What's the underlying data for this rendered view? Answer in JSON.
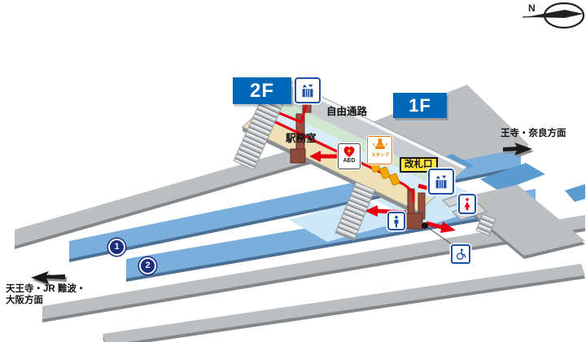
{
  "station_map": {
    "compass_label": "N",
    "floor_labels": {
      "upper": "2F",
      "ground": "1F"
    },
    "area_labels": {
      "free_passage": "自由通路",
      "station_office": "駅務室"
    },
    "ticket_gate_label": "改札口",
    "direction_labels": {
      "right_arrow": "王寺・奈良方面",
      "left_arrow_line1": "天王寺・JR 難波・",
      "left_arrow_line2": "大阪方面"
    },
    "platform_numbers": [
      "1",
      "2"
    ],
    "icon_labels": {
      "aed": "AED",
      "stamp": "スタンプ"
    },
    "icon_names": [
      "compass-icon",
      "elevator-2f-icon",
      "elevator-1f-icon",
      "aed-icon",
      "stamp-icon",
      "restroom-men-icon",
      "restroom-women-icon",
      "wheelchair-access-icon",
      "direction-arrow-left-icon",
      "direction-arrow-right-icon"
    ],
    "colors": {
      "floor_label_bg": "#0068b7",
      "platform_blue": "#7aaedd",
      "platform_light_blue": "#cfe8f8",
      "canopy_blue": "#5b9bd0",
      "ground_gray": "#bcbfc2",
      "bridge_beige": "#efe0b5",
      "bridge_green": "#cfe7d0",
      "bridge_walkway_blue": "#d8ecf9",
      "route_red": "#e60012",
      "gate_label_yellow": "#ffe33f",
      "gate_machine_orange": "#f7a800",
      "elevator_brown": "#96503f",
      "platform_badge_navy": "#1b2f7e",
      "icon_border_blue": "#1d50a2"
    }
  }
}
